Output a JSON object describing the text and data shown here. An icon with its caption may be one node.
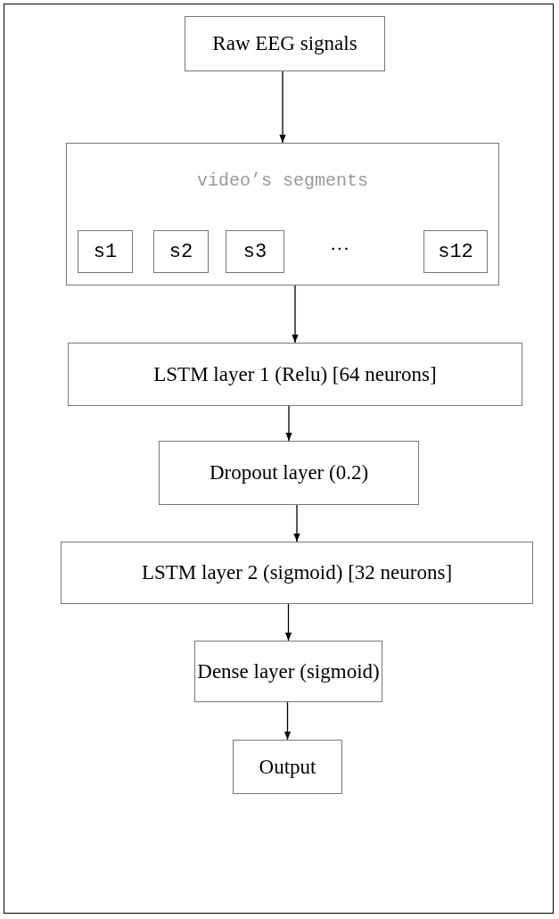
{
  "diagram": {
    "nodes": [
      {
        "text": [
          "Raw EEG signals"
        ]
      },
      {
        "text": [
          "video’s segments"
        ]
      },
      {
        "text": [
          "s1"
        ],
        "in": 1
      },
      {
        "text": [
          "s2"
        ],
        "in": 1
      },
      {
        "text": [
          "s3"
        ],
        "in": 1
      },
      {
        "text": [
          "s12"
        ],
        "in": 1
      },
      {
        "text": [
          "LSTM layer 1 (Relu) [64 neurons]"
        ]
      },
      {
        "text": [
          "Dropout layer (0.2)"
        ]
      },
      {
        "text": [
          "LSTM layer 2 (sigmoid) [32 neurons]"
        ]
      },
      {
        "text": [
          "Dense layer (sigmoid)"
        ]
      },
      {
        "text": [
          "Output"
        ]
      }
    ],
    "edges": [
      {
        "from": 0,
        "to": 1,
        "arrow": "to"
      },
      {
        "from": 1,
        "to": 6,
        "arrow": "to"
      },
      {
        "from": 6,
        "to": 7,
        "arrow": "to"
      },
      {
        "from": 7,
        "to": 8,
        "arrow": "to"
      },
      {
        "from": 8,
        "to": 9,
        "arrow": "to"
      },
      {
        "from": 9,
        "to": 10,
        "arrow": "to"
      }
    ],
    "labels": [
      "···"
    ]
  }
}
